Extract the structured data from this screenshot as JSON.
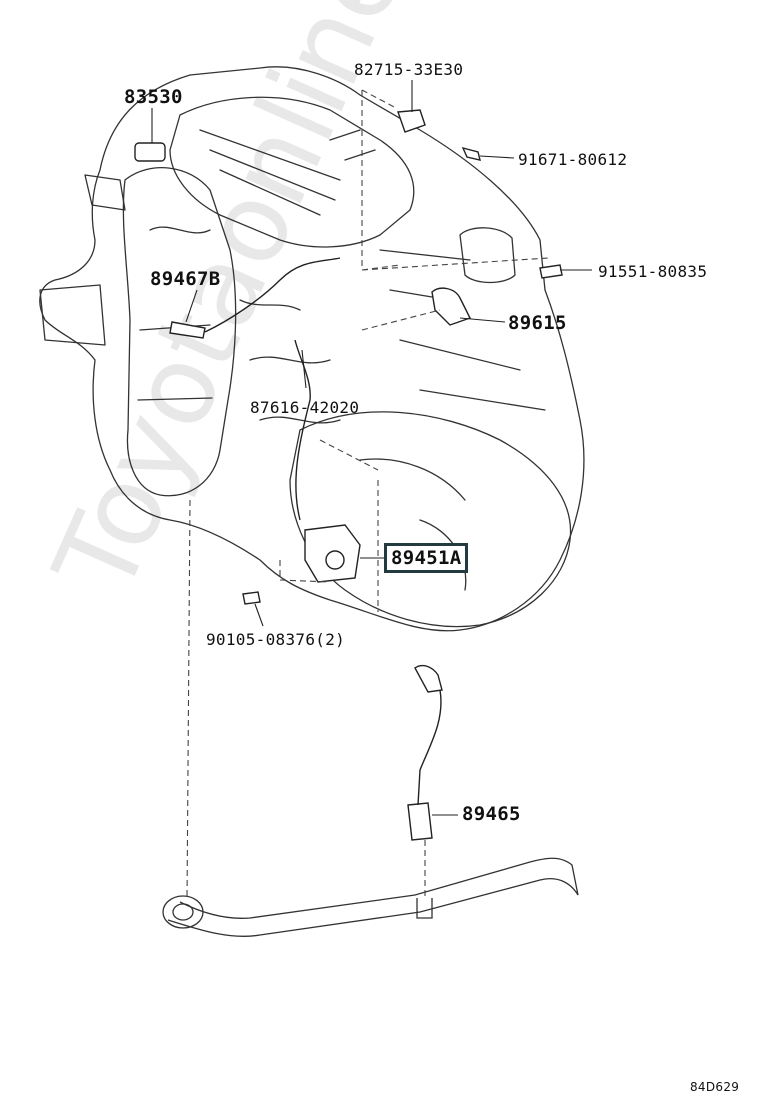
{
  "watermark": "Toyotaonline.ru",
  "diagram_code": "84D629",
  "parts": {
    "p83530": "83530",
    "p82715": "82715-33E30",
    "p91671": "91671-80612",
    "p89467b": "89467B",
    "p91551": "91551-80835",
    "p89615": "89615",
    "p87616": "87616-42020",
    "p89451a": "89451A",
    "p90105": "90105-08376(2)",
    "p89465": "89465"
  }
}
